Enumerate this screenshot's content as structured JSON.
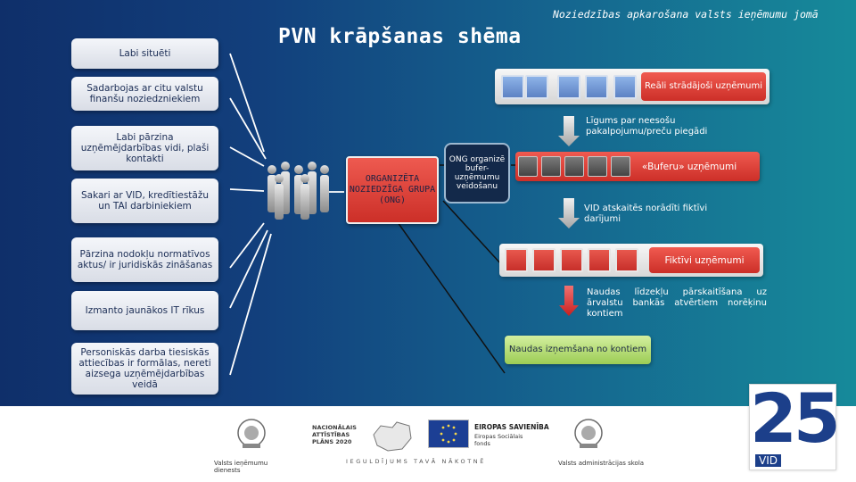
{
  "header": {
    "title": "PVN krāpšanas shēma",
    "subtitle": "Noziedzības apkarošana valsts ieņēmumu jomā"
  },
  "left_boxes": [
    "Labi situēti",
    "Sadarbojas ar citu valstu finanšu noziedzniekiem",
    "Labi pārzina uzņēmējdarbības vidi, plaši kontakti",
    "Sakari ar VID, kredītiestāžu un TAI darbiniekiem",
    "Pārzina nodokļu normatīvos aktus/ ir juridiskās zināšanas",
    "Izmanto jaunākos IT rīkus",
    "Personiskās darba tiesiskās attiecības ir formālas, nereti aizsega uzņēmējdarbības veidā"
  ],
  "center": {
    "ong_box": "ORGANIZĒTA NOZIEDZĪGA GRUPA (ONG)",
    "ong_note": "ONG organizē bufer-uzņēmumu veidošanu"
  },
  "right": {
    "real_companies": "Reāli strādājoši uzņēmumi",
    "contract_note": "Līgums par neesošu pakalpojumu/preču piegādi",
    "buffer_companies": "«Buferu» uzņēmumi",
    "vid_note": "VID atskaitēs norādīti fiktīvi darījumi",
    "fictive_companies": "Fiktīvi uzņēmumi",
    "transfer_note": "Naudas līdzekļu pārskaitīšana uz ārvalstu bankās atvērtiem norēķinu kontiem",
    "withdrawal_note": "Naudas izņemšana no kontiem"
  },
  "footer": {
    "logo1_label": "Valsts ieņēmumu dienests",
    "logo2_label": "NACIONĀLAIS ATTĪSTĪBAS PLĀNS 2020",
    "logo3_title": "EIROPAS SAVIENĪBA",
    "logo3_sub": "Eiropas Sociālais fonds",
    "slogan": "IEGULDĪJUMS TAVĀ NĀKOTNĒ",
    "logo4_label": "Valsts administrācijas skola",
    "anniv_number": "25",
    "anniv_label": "VID"
  },
  "colors": {
    "bg_left": "#0f2f6a",
    "bg_right": "#168a9a",
    "red_box": "#e0423a",
    "green_box": "#b9e07a",
    "vid_blue": "#1c3f8a"
  }
}
